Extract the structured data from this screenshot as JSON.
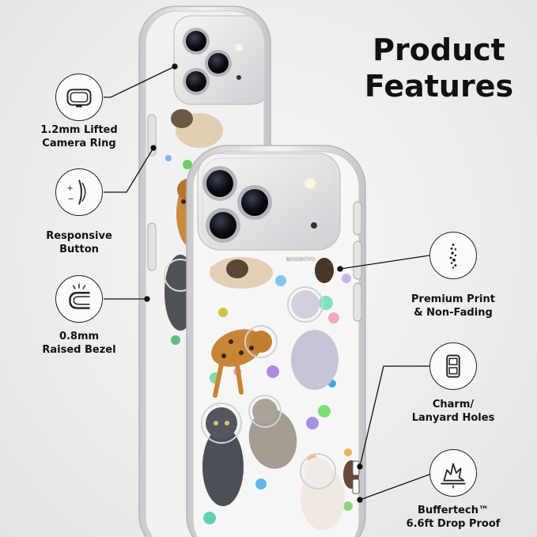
{
  "title": {
    "line1": "Product",
    "line2": "Features"
  },
  "brand": "MOSNOVO",
  "features_left": [
    {
      "line1": "1.2mm Lifted",
      "line2": "Camera Ring",
      "icon": "camera-ring-icon"
    },
    {
      "line1": "Responsive",
      "line2": "Button",
      "icon": "button-icon"
    },
    {
      "line1": "0.8mm",
      "line2": "Raised Bezel",
      "icon": "bezel-icon"
    }
  ],
  "features_right": [
    {
      "line1": "Premium Print",
      "line2": "& Non-Fading",
      "icon": "print-dots-icon"
    },
    {
      "line1": "Charm/",
      "line2": "Lanyard Holes",
      "icon": "lanyard-hole-icon"
    },
    {
      "line1": "Buffertech™",
      "line2": "6.6ft Drop Proof",
      "icon": "impact-icon"
    }
  ],
  "colors": {
    "text": "#111111",
    "case_frame": "#dcdde0",
    "camera_module": "#e6e7e9",
    "background": "#ececec"
  }
}
